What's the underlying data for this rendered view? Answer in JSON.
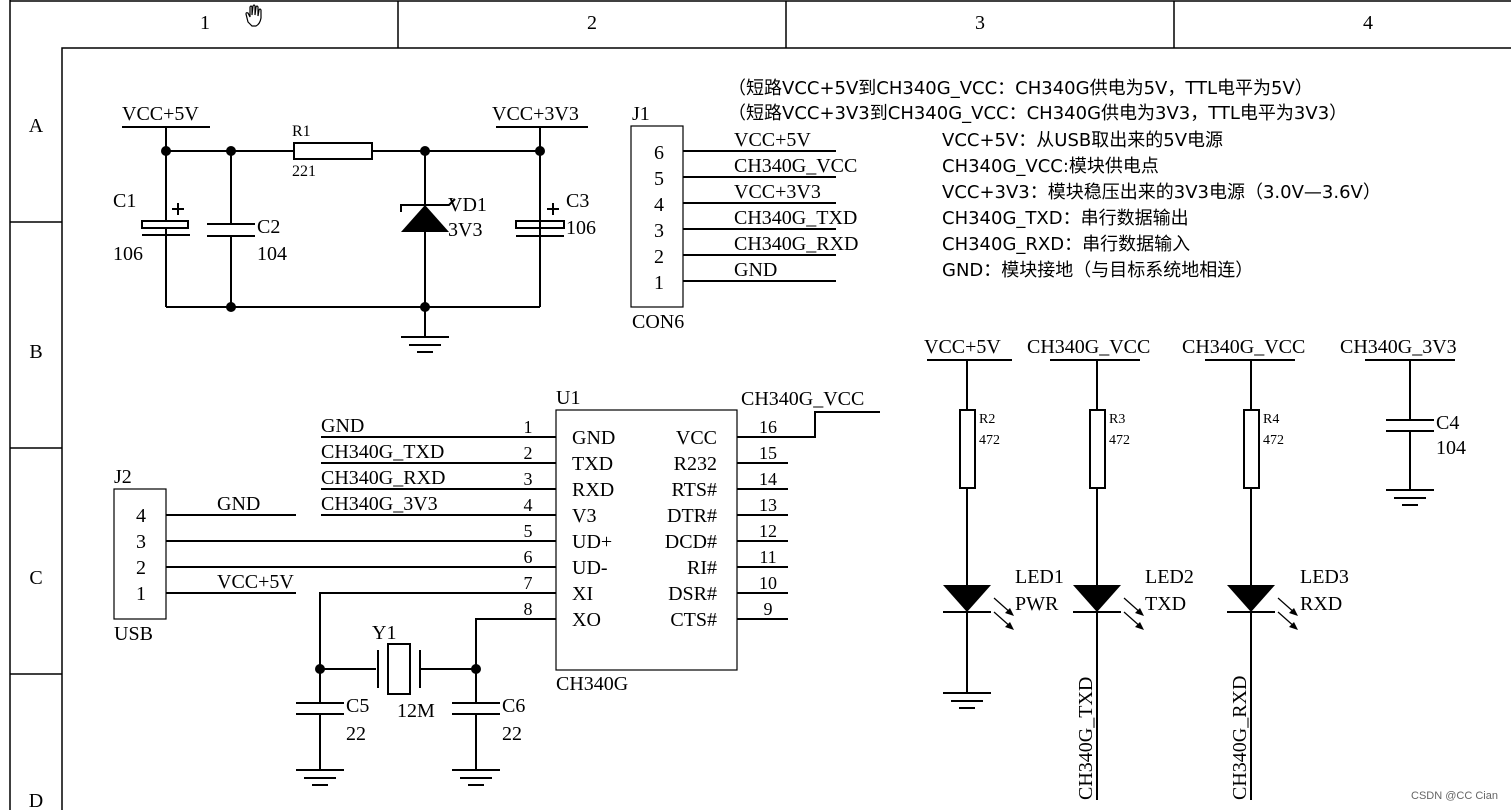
{
  "frame": {
    "columns": [
      "1",
      "2",
      "3",
      "4"
    ],
    "rows": [
      "A",
      "B",
      "C",
      "D"
    ]
  },
  "notes": {
    "jumper1": "（短路VCC+5V到CH340G_VCC：CH340G供电为5V，TTL电平为5V）",
    "jumper2": "（短路VCC+3V3到CH340G_VCC：CH340G供电为3V3，TTL电平为3V3）",
    "pins": [
      "VCC+5V：从USB取出来的5V电源",
      "CH340G_VCC:模块供电点",
      "VCC+3V3：模块稳压出来的3V3电源（3.0V—3.6V）",
      "CH340G_TXD：串行数据输出",
      "CH340G_RXD：串行数据输入",
      "GND：模块接地（与目标系统地相连）"
    ]
  },
  "power": {
    "vcc5_left": "VCC+5V",
    "vcc33_top": "VCC+3V3",
    "r1": {
      "name": "R1",
      "value": "221"
    },
    "c1": {
      "name": "C1",
      "value": "106"
    },
    "c2": {
      "name": "C2",
      "value": "104"
    },
    "c3": {
      "name": "C3",
      "value": "106"
    },
    "vd1": {
      "name": "VD1",
      "value": "3V3"
    }
  },
  "j1": {
    "name": "J1",
    "footprint": "CON6",
    "pins": [
      {
        "num": "6",
        "net": "VCC+5V"
      },
      {
        "num": "5",
        "net": "CH340G_VCC"
      },
      {
        "num": "4",
        "net": "VCC+3V3"
      },
      {
        "num": "3",
        "net": "CH340G_TXD"
      },
      {
        "num": "2",
        "net": "CH340G_RXD"
      },
      {
        "num": "1",
        "net": "GND"
      }
    ]
  },
  "u1": {
    "name": "U1",
    "part": "CH340G",
    "vcc_net": "CH340G_VCC",
    "left_nets": [
      "GND",
      "CH340G_TXD",
      "CH340G_RXD",
      "CH340G_3V3"
    ],
    "left_pins": [
      {
        "num": "1",
        "name": "GND"
      },
      {
        "num": "2",
        "name": "TXD"
      },
      {
        "num": "3",
        "name": "RXD"
      },
      {
        "num": "4",
        "name": "V3"
      },
      {
        "num": "5",
        "name": "UD+"
      },
      {
        "num": "6",
        "name": "UD-"
      },
      {
        "num": "7",
        "name": "XI"
      },
      {
        "num": "8",
        "name": "XO"
      }
    ],
    "right_pins": [
      {
        "num": "16",
        "name": "VCC"
      },
      {
        "num": "15",
        "name": "R232"
      },
      {
        "num": "14",
        "name": "RTS#"
      },
      {
        "num": "13",
        "name": "DTR#"
      },
      {
        "num": "12",
        "name": "DCD#"
      },
      {
        "num": "11",
        "name": "RI#"
      },
      {
        "num": "10",
        "name": "DSR#"
      },
      {
        "num": "9",
        "name": "CTS#"
      }
    ]
  },
  "j2": {
    "name": "J2",
    "footprint": "USB",
    "pins": [
      "4",
      "3",
      "2",
      "1"
    ],
    "gnd_net": "GND",
    "vcc_net": "VCC+5V"
  },
  "crystal": {
    "y1": {
      "name": "Y1",
      "value": "12M"
    },
    "c5": {
      "name": "C5",
      "value": "22"
    },
    "c6": {
      "name": "C6",
      "value": "22"
    }
  },
  "leds": {
    "r2": {
      "name": "R2",
      "value": "472",
      "net": "VCC+5V"
    },
    "r3": {
      "name": "R3",
      "value": "472",
      "net": "CH340G_VCC"
    },
    "r4": {
      "name": "R4",
      "value": "472",
      "net": "CH340G_VCC"
    },
    "led1": {
      "name": "LED1",
      "label": "PWR"
    },
    "led2": {
      "name": "LED2",
      "label": "TXD",
      "net": "CH340G_TXD"
    },
    "led3": {
      "name": "LED3",
      "label": "RXD",
      "net": "CH340G_RXD"
    },
    "c4": {
      "name": "C4",
      "value": "104",
      "net": "CH340G_3V3"
    }
  },
  "watermark": "CSDN @CC Cian",
  "colors": {
    "ink": "#000000",
    "paper": "#ffffff",
    "watermark": "#666666"
  }
}
